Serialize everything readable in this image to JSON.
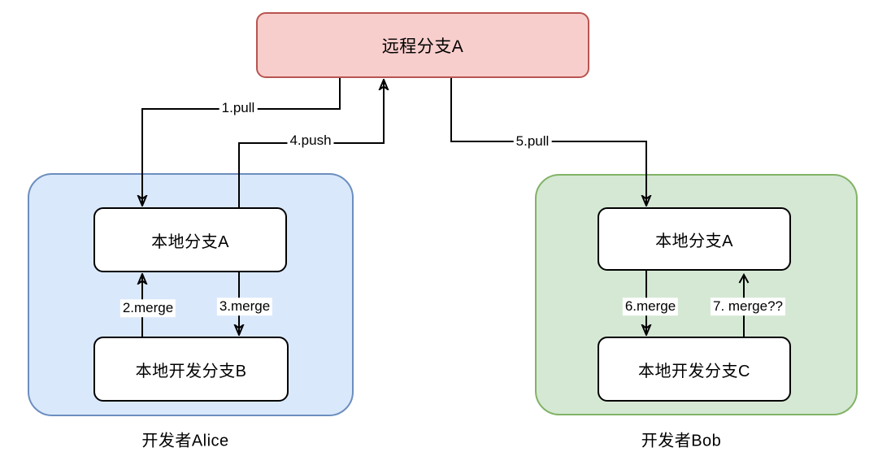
{
  "diagram": {
    "remote_branch": {
      "label": "远程分支A"
    },
    "alice": {
      "caption": "开发者Alice",
      "local_branch": {
        "label": "本地分支A"
      },
      "dev_branch": {
        "label": "本地开发分支B"
      }
    },
    "bob": {
      "caption": "开发者Bob",
      "local_branch": {
        "label": "本地分支A"
      },
      "dev_branch": {
        "label": "本地开发分支C"
      }
    },
    "edges": [
      {
        "label": "1.pull",
        "from": "远程分支A",
        "to": "Alice 本地分支A",
        "arrowhead": "filled"
      },
      {
        "label": "2.merge",
        "from": "Alice 本地开发分支B",
        "to": "Alice 本地分支A",
        "arrowhead": "filled"
      },
      {
        "label": "3.merge",
        "from": "Alice 本地分支A",
        "to": "Alice 本地开发分支B",
        "arrowhead": "filled"
      },
      {
        "label": "4.push",
        "from": "Alice 本地分支A",
        "to": "远程分支A",
        "arrowhead": "filled"
      },
      {
        "label": "5.pull",
        "from": "远程分支A",
        "to": "Bob 本地分支A",
        "arrowhead": "filled"
      },
      {
        "label": "6.merge",
        "from": "Bob 本地分支A",
        "to": "Bob 本地开发分支C",
        "arrowhead": "filled"
      },
      {
        "label": "7. merge??",
        "from": "Bob 本地开发分支C",
        "to": "Bob 本地分支A",
        "arrowhead": "open"
      }
    ],
    "colors": {
      "remote_fill": "#f8cecc",
      "remote_stroke": "#b85450",
      "alice_fill": "#dae8fc",
      "alice_stroke": "#6c8ebf",
      "bob_fill": "#d5e8d4",
      "bob_stroke": "#82b366",
      "node_fill": "#ffffff",
      "node_stroke": "#000000",
      "arrow": "#000000"
    }
  }
}
